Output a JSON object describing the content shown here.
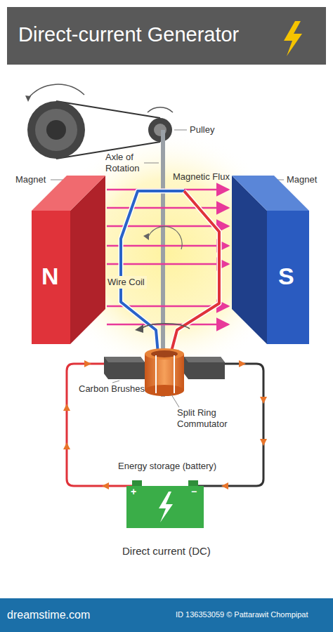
{
  "diagram": {
    "title": "Direct-current Generator",
    "caption": "Direct current (DC)",
    "nodes": [
      {
        "text": [
          "N"
        ]
      },
      {
        "text": [
          "S"
        ]
      },
      {
        "text": [
          "+",
          "−"
        ]
      }
    ],
    "labels": [
      "Pulley",
      "Axle of Rotation",
      "Magnet",
      "Magnetic Flux",
      "Magnet",
      "Wire Coil",
      "Carbon Brushes",
      "Split Ring Commutator",
      "Energy storage (battery)",
      "dreamstime.com",
      "ID 136353059 © Pattarawit Chompipat"
    ]
  }
}
